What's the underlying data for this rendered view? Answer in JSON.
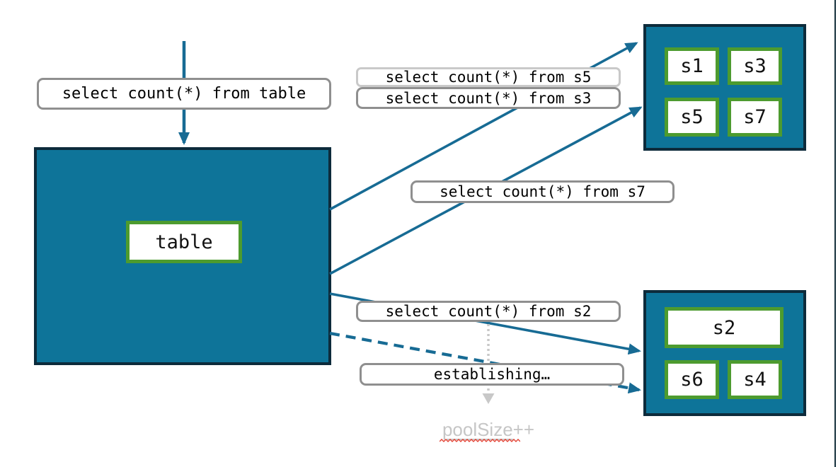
{
  "diagram": {
    "table_pool": {
      "label": "table"
    },
    "query_labels": {
      "table": "select count(*) from table",
      "s5": "select count(*) from s5",
      "s3": "select count(*) from s3",
      "s7": "select count(*) from s7",
      "s2": "select count(*) from s2",
      "establishing": "establishing…"
    },
    "pool_top": {
      "shards": [
        "s1",
        "s3",
        "s5",
        "s7"
      ]
    },
    "pool_bottom": {
      "shards": [
        "s2",
        "s6",
        "s4"
      ]
    },
    "poolsize": {
      "word": "poolSize",
      "suffix": "++"
    },
    "colors": {
      "pool_fill": "#0e7499",
      "pool_border": "#0d2b3b",
      "shard_border": "#4d9b2f",
      "arrow": "#176b94",
      "label_border": "#8f8f8f",
      "label_border_light": "#c9c9c9",
      "muted": "#c6c6c6",
      "squiggle": "#e34234"
    }
  }
}
